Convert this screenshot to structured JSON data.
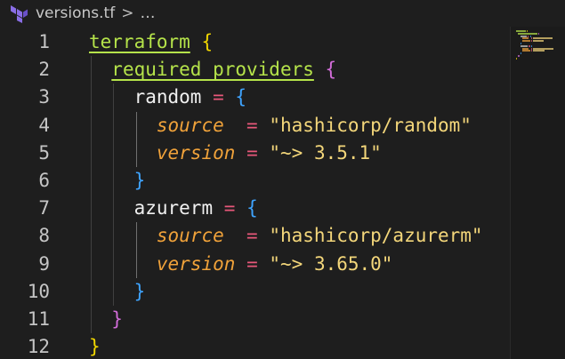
{
  "breadcrumb": {
    "icon": "terraform-icon",
    "file": "versions.tf",
    "separator": ">",
    "ellipsis": "…"
  },
  "editor": {
    "line_numbers": [
      "1",
      "2",
      "3",
      "4",
      "5",
      "6",
      "7",
      "8",
      "9",
      "10",
      "11",
      "12"
    ],
    "lines": [
      {
        "tokens": [
          {
            "t": "terraform",
            "c": "block"
          },
          {
            "t": " ",
            "c": "ident"
          },
          {
            "t": "{",
            "c": "b1"
          }
        ]
      },
      {
        "tokens": [
          {
            "t": "required_providers",
            "c": "block"
          },
          {
            "t": " ",
            "c": "ident"
          },
          {
            "t": "{",
            "c": "b2"
          }
        ]
      },
      {
        "tokens": [
          {
            "t": "random",
            "c": "ident"
          },
          {
            "t": " ",
            "c": "ident"
          },
          {
            "t": "=",
            "c": "op"
          },
          {
            "t": " ",
            "c": "ident"
          },
          {
            "t": "{",
            "c": "b3"
          }
        ]
      },
      {
        "tokens": [
          {
            "t": "source",
            "c": "attr"
          },
          {
            "t": "  ",
            "c": "ident"
          },
          {
            "t": "=",
            "c": "op"
          },
          {
            "t": " ",
            "c": "ident"
          },
          {
            "t": "\"hashicorp/random\"",
            "c": "str"
          }
        ]
      },
      {
        "tokens": [
          {
            "t": "version",
            "c": "attr"
          },
          {
            "t": " ",
            "c": "ident"
          },
          {
            "t": "=",
            "c": "op"
          },
          {
            "t": " ",
            "c": "ident"
          },
          {
            "t": "\"~> 3.5.1\"",
            "c": "str"
          }
        ]
      },
      {
        "tokens": [
          {
            "t": "}",
            "c": "b3"
          }
        ]
      },
      {
        "tokens": [
          {
            "t": "azurerm",
            "c": "ident"
          },
          {
            "t": " ",
            "c": "ident"
          },
          {
            "t": "=",
            "c": "op"
          },
          {
            "t": " ",
            "c": "ident"
          },
          {
            "t": "{",
            "c": "b3"
          }
        ]
      },
      {
        "tokens": [
          {
            "t": "source",
            "c": "attr"
          },
          {
            "t": "  ",
            "c": "ident"
          },
          {
            "t": "=",
            "c": "op"
          },
          {
            "t": " ",
            "c": "ident"
          },
          {
            "t": "\"hashicorp/azurerm\"",
            "c": "str"
          }
        ]
      },
      {
        "tokens": [
          {
            "t": "version",
            "c": "attr"
          },
          {
            "t": " ",
            "c": "ident"
          },
          {
            "t": "=",
            "c": "op"
          },
          {
            "t": " ",
            "c": "ident"
          },
          {
            "t": "\"~> 3.65.0\"",
            "c": "str"
          }
        ]
      },
      {
        "tokens": [
          {
            "t": "}",
            "c": "b3"
          }
        ]
      },
      {
        "tokens": [
          {
            "t": "}",
            "c": "b2"
          }
        ]
      },
      {
        "tokens": [
          {
            "t": "}",
            "c": "b1"
          }
        ]
      }
    ]
  },
  "colors": {
    "background": "#1e1e1e",
    "block": "#b5e34a",
    "attribute": "#f0a23a",
    "operator": "#e8587a",
    "string": "#f3d67a",
    "bracket_level1": "#f1d700",
    "bracket_level2": "#d16cd8",
    "bracket_level3": "#3fa4ff"
  }
}
